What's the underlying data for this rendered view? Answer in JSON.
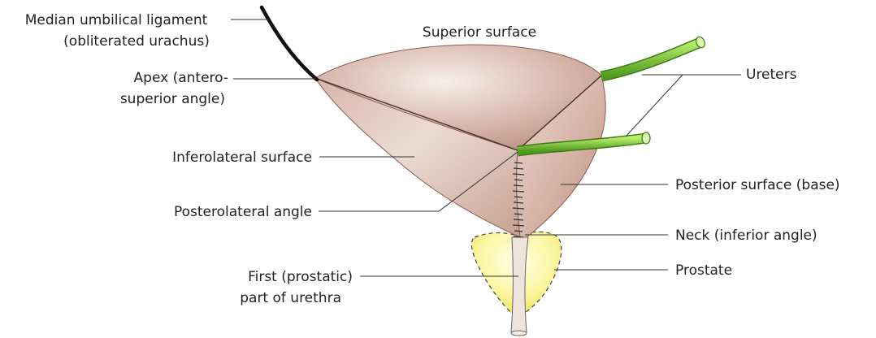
{
  "labels": {
    "median_umbilical_1": "Median umbilical ligament",
    "median_umbilical_2": "(obliterated urachus)",
    "superior_surface": "Superior surface",
    "apex_1": "Apex (antero-",
    "apex_2": "superior angle)",
    "ureters": "Ureters",
    "inferolateral_surface": "Inferolateral surface",
    "posterior_surface": "Posterior surface (base)",
    "posterolateral_angle": "Posterolateral angle",
    "neck": "Neck (inferior angle)",
    "prostate": "Prostate",
    "urethra_1": "First (prostatic)",
    "urethra_2": "part of urethra"
  },
  "colors": {
    "bladder": "#c9a293",
    "bladder_light": "#efe1da",
    "ureter": "#7dc832",
    "prostate": "#faf48a",
    "ligament": "#111111",
    "leader_line": "#333333"
  }
}
